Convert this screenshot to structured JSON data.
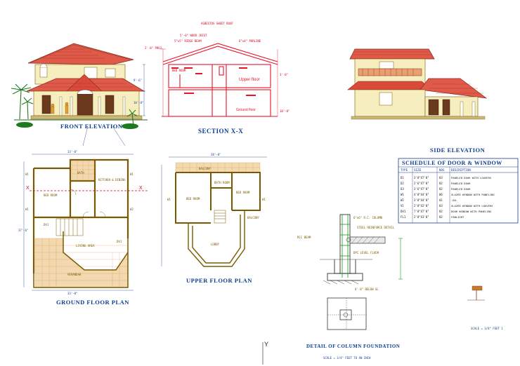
{
  "titles": {
    "front_elevation": "FRONT ELEVATION",
    "section": "SECTION X-X",
    "side_elevation": "SIDE ELEVATION",
    "ground_floor": "GROUND FLOOR PLAN",
    "upper_floor": "UPPER FLOOR PLAN",
    "column_detail": "DETAIL OF COLUMN FOUNDATION",
    "schedule": "SCHEDULE OF DOOR & WINDOW"
  },
  "section_labels": {
    "top": "ASBESTOS SHEET ROOF",
    "upper_floor": "Upper floor",
    "ground_floor": "Ground floor"
  },
  "ground_rooms": {
    "bed1": "BED ROOM",
    "kitchen": "KITCHEN & DINING",
    "living": "LIVING AREA",
    "bath": "BATH",
    "verandah": "VERANDAH"
  },
  "upper_rooms": {
    "balcony": "BALCONY",
    "bed1": "BED ROOM",
    "bath": "BATH ROOM",
    "bed2": "BED ROOM",
    "lobby": "LOBBY"
  },
  "schedule": {
    "headers": [
      "TYPE",
      "SIZE",
      "NOS",
      "DESCRIPTION"
    ],
    "rows": [
      [
        "D1",
        "3'0\"X7'0\"",
        "03",
        "PANELED DOOR WITH LOUVERS"
      ],
      [
        "D2",
        "2'6\"X7'0\"",
        "02",
        "PANELED DOOR"
      ],
      [
        "D3",
        "3'6\"X7'0\"",
        "02",
        "PANELED DOOR"
      ],
      [
        "W1",
        "4'0\"X4'0\"",
        "06",
        "GLAZED WINDOW WITH PANELING"
      ],
      [
        "W2",
        "3'0\"X4'0\"",
        "01",
        "-DO-"
      ],
      [
        "V1",
        "2'0\"X2'0\"",
        "03",
        "GLAZED WINDOW WITH LOUVERS"
      ],
      [
        "DV1",
        "7'0\"X7'0\"",
        "02",
        "DOOR WINDOW WITH PANELING"
      ],
      [
        "FL1",
        "2'0\"X3'0\"",
        "02",
        "FANLIGHT"
      ]
    ]
  },
  "section_marks": {
    "left": "X",
    "right": "X"
  },
  "footer_scale": "SCALE = 3/8\" FEET 1",
  "axis_y": "Y"
}
